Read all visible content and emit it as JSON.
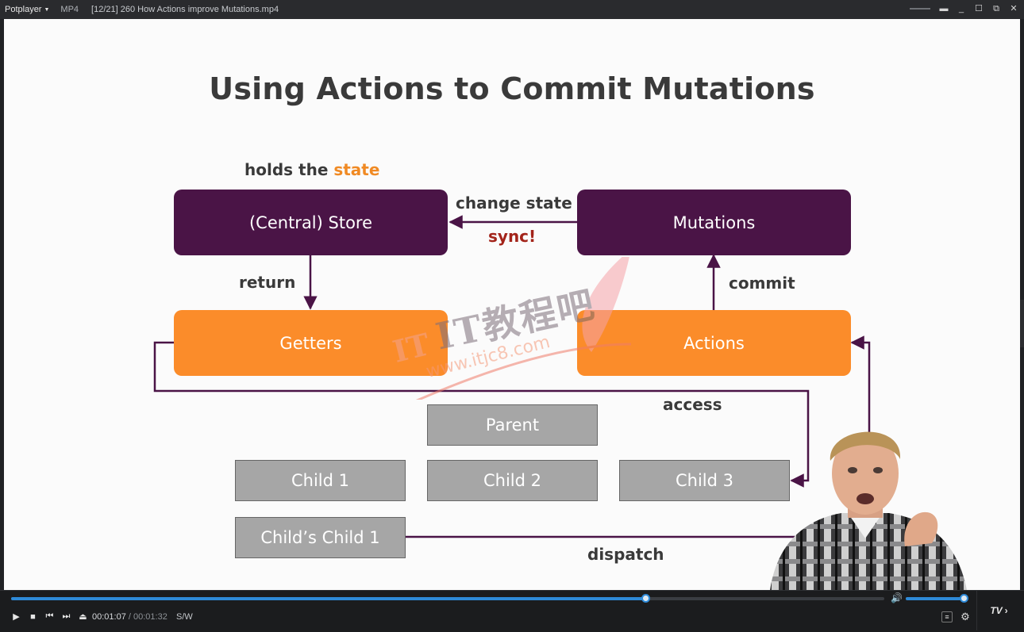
{
  "window": {
    "app_name": "Potplayer",
    "format": "MP4",
    "title": "[12/21] 260 How Actions improve Mutations.mp4",
    "controls": [
      "minimize",
      "maximize",
      "restore",
      "close"
    ]
  },
  "slide": {
    "title": "Using Actions to Commit Mutations",
    "boxes": {
      "store": "(Central) Store",
      "mutations": "Mutations",
      "getters": "Getters",
      "actions": "Actions",
      "parent": "Parent",
      "child1": "Child 1",
      "child2": "Child 2",
      "child3": "Child 3",
      "childs_child1": "Child’s Child 1"
    },
    "labels": {
      "holds_prefix": "holds the ",
      "holds_highlight": "state",
      "change_state": "change state",
      "sync": "sync!",
      "return": "return",
      "commit": "commit",
      "access": "access",
      "dispatch": "dispatch"
    },
    "colors": {
      "purple_box": "#4a1446",
      "orange_box": "#fb8c2a",
      "gray_box": "#a6a6a6",
      "connector": "#4a1446",
      "state_highlight": "#f08a24",
      "sync_red": "#a3241a"
    }
  },
  "watermark": {
    "text": "IT教程吧",
    "url": "www.itjc8.com"
  },
  "player": {
    "current_time": "00:01:07",
    "total_time": "00:01:32",
    "mode": "S/W",
    "progress": 0.727,
    "volume": 1.0,
    "tv_label": "TV",
    "buttons": [
      "play",
      "stop",
      "previous",
      "next",
      "eject",
      "playlist",
      "settings"
    ],
    "accent": "#2e8ad8"
  }
}
